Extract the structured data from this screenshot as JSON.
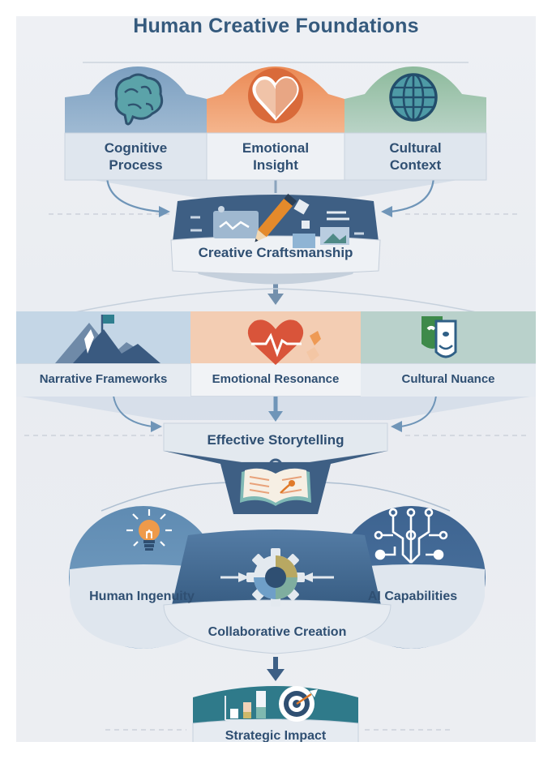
{
  "title": "Human Creative Foundations",
  "foundations": [
    {
      "label_line1": "Cognitive",
      "label_line2": "Process",
      "icon": "brain-icon",
      "color": "#6f95b8"
    },
    {
      "label_line1": "Emotional",
      "label_line2": "Insight",
      "icon": "heart-icon",
      "color": "#e07a45"
    },
    {
      "label_line1": "Cultural",
      "label_line2": "Context",
      "icon": "globe-icon",
      "color": "#8fb79a"
    }
  ],
  "craftsmanship": {
    "label": "Creative Craftsmanship",
    "icon": "pencil-design-tools-icon",
    "color": "#3d5f85"
  },
  "storytelling_elements": [
    {
      "label": "Narrative Frameworks",
      "icon": "mountain-flag-icon",
      "color": "#c4d6e6"
    },
    {
      "label": "Emotional Resonance",
      "icon": "heartbeat-icon",
      "color": "#f3cdb3"
    },
    {
      "label": "Cultural Nuance",
      "icon": "theater-masks-icon",
      "color": "#b9d1cb"
    }
  ],
  "storytelling": {
    "label": "Effective Storytelling",
    "icon": "open-book-icon"
  },
  "collaboration": {
    "left": {
      "label": "Human Ingenuity",
      "icon": "lightbulb-icon"
    },
    "right": {
      "label": "AI Capabilities",
      "icon": "circuit-icon"
    },
    "center": {
      "label": "Collaborative Creation",
      "icon": "gear-icon"
    }
  },
  "impact": {
    "label": "Strategic Impact",
    "icon": "chart-target-icon",
    "color": "#2f7a8a"
  },
  "colors": {
    "navy": "#2f4f72",
    "blue": "#3d5f85",
    "light_blue": "#6f95b8",
    "orange": "#e07a45",
    "green": "#8fb79a",
    "teal": "#2f7a8a"
  }
}
